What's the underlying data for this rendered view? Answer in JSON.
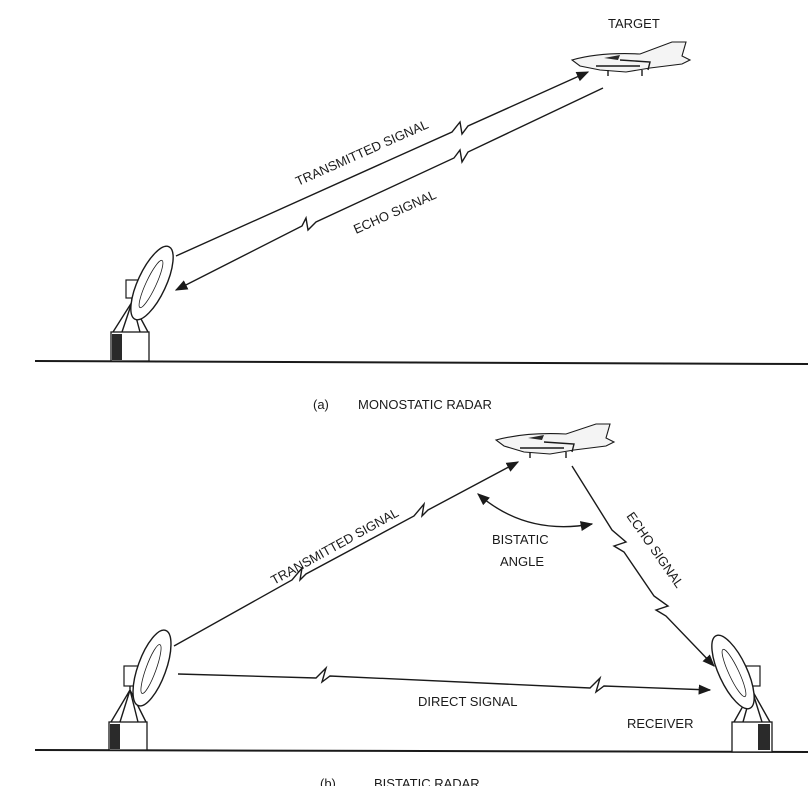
{
  "monostatic": {
    "target_label": "TARGET",
    "transmitted_label": "TRANSMITTED SIGNAL",
    "echo_label": "ECHO SIGNAL",
    "caption_letter": "(a)",
    "caption_text": "MONOSTATIC RADAR"
  },
  "bistatic": {
    "transmitted_label": "TRANSMITTED SIGNAL",
    "echo_label": "ECHO SIGNAL",
    "angle_label_line1": "BISTATIC",
    "angle_label_line2": "ANGLE",
    "direct_label": "DIRECT SIGNAL",
    "receiver_label": "RECEIVER",
    "caption_letter": "(b)",
    "caption_text": "BISTATIC RADAR"
  }
}
